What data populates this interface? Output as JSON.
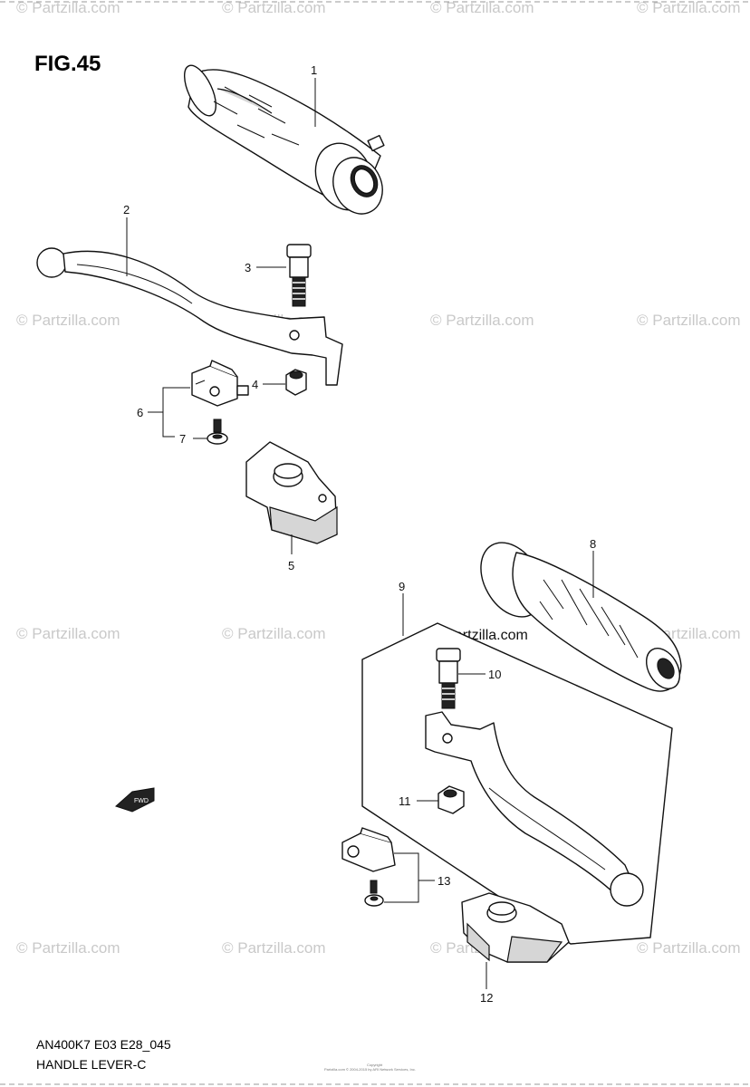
{
  "figure": {
    "title": "FIG.45"
  },
  "watermark": {
    "text": "© Partzilla.com"
  },
  "callouts": [
    "1",
    "2",
    "3",
    "4",
    "5",
    "6",
    "7",
    "8",
    "9",
    "10",
    "11",
    "12",
    "13"
  ],
  "footer": {
    "model_code": "AN400K7 E03 E28_045",
    "section_name": "HANDLE LEVER-C",
    "copyright_line1": "Copyright",
    "copyright_line2": "Partzilla.com © 2004-2015 by ARI Network Services, Inc."
  },
  "arrow_label": "FWD"
}
